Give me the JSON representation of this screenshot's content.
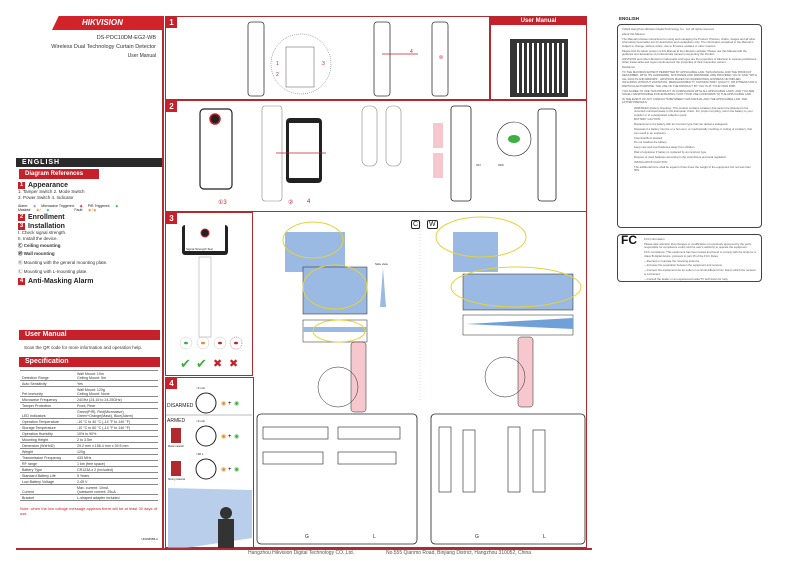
{
  "brand": "HIKVISION",
  "cover": {
    "model": "DS-PDC10DM-EG2-WB",
    "product": "Wireless Dual Technology Curtain Detector",
    "doc": "User Manual"
  },
  "left": {
    "language": "ENGLISH",
    "diagram_refs": "Diagram References",
    "sections": [
      {
        "num": "1",
        "title": "Appearance",
        "lines": [
          "1. Tamper Switch      2. Mode Switch",
          "3. Power Switch 4. Indicator"
        ]
      },
      {
        "num": "2",
        "title": "Enrollment"
      },
      {
        "num": "3",
        "title": "Installation",
        "lines": [
          "I. Check signal strength.",
          "II. Install the device."
        ]
      },
      {
        "num": "4",
        "title": "Anti-Masking  Alarm"
      }
    ],
    "legend": {
      "alarm": "Alarm:",
      "microwave": "Microwave Triggered:",
      "pir": "PIR Triggered:",
      "masked": "Masked:",
      "fault": "Fault:"
    },
    "mount": [
      {
        "icon": "C",
        "label": "Ceiling  mounting"
      },
      {
        "icon": "W",
        "label": "Wall  mounting"
      },
      {
        "icon": "G",
        "label": "Mounting with the general mounting plate."
      },
      {
        "icon": "L",
        "label": "Mounting with L-mounting plate."
      }
    ],
    "user_manual": {
      "title": "User  Manual",
      "text": "Scan the QR code for more information and operation help."
    },
    "spec": {
      "title": "Specification",
      "rows": [
        [
          "Detection Range",
          "Wall Mount: 10m\nCeiling Mount: 5m"
        ],
        [
          "Auto Sensitivity",
          "Yes"
        ],
        [
          "Pet Immunity",
          "Wall Mount: 120g\nCeiling Mount: None"
        ],
        [
          "Microwave Frequency",
          "24GHz (24.15 to 24.25GHz)"
        ],
        [
          "Tamper Protection",
          "Front, Rear"
        ],
        [
          "LED Indicators",
          "Green(PIR), Red(Microwave),\nGreen+Orange(Mask), Blue(Alarm)"
        ],
        [
          "Operation Temperature",
          "-10 °C to 40 °C (-14 °F to 140 °F)"
        ],
        [
          "Storage Temperature",
          "-10 °C to 60 °C (-14 °F to 140 °F)"
        ],
        [
          "Operation Humidity",
          "10% to 90%"
        ],
        [
          "Mounting Height",
          "2 to 3.5m"
        ],
        [
          "Dimension (WxHxD)",
          "29.2 mm x 156.4 mm x 39.5 mm"
        ],
        [
          "Weight",
          "120g"
        ],
        [
          "Transmission Frequency",
          "433 MHz"
        ],
        [
          "RF range",
          "1 km (free space)"
        ],
        [
          "Battery Type",
          "CR123A x 2 (included)"
        ],
        [
          "Standard Battery Life",
          "5 Years"
        ],
        [
          "Low Battery Voltage",
          "2.45 V"
        ],
        [
          "Current",
          "Max. current: 10mA\nQuiescent current: 25uA"
        ],
        [
          "Bracket",
          "L-shaped adapter included"
        ]
      ]
    },
    "note": "Note: when the low voltage message appears there will be at least 30 days of use.",
    "code": "UD26895B-A"
  },
  "diagram": {
    "panels": [
      "1",
      "2",
      "3",
      "4"
    ],
    "qr_title": "User Manual",
    "callouts": [
      "1",
      "2",
      "3",
      "4"
    ],
    "step_labels": [
      "①3",
      "②",
      "4"
    ],
    "signal_test": "Signal Strength Test",
    "mode": [
      "C",
      "W"
    ],
    "switch": [
      "ON",
      "OFF"
    ],
    "side_view": "Side view",
    "disarmed": "DISARMED",
    "armed": "ARMED",
    "times": [
      "<3 min",
      "<3 min",
      "<30 s"
    ],
    "mask_labels": [
      "Mask material",
      "Strong material"
    ],
    "plates": [
      "G",
      "L",
      "G",
      "L"
    ]
  },
  "english": {
    "heading": "ENGLISH",
    "legal": [
      "©2022 Hangzhou Hikvision Digital Technology Co., Ltd. All rights reserved.",
      "About this Manual",
      "The Manual includes instructions for using and managing the Product. Pictures, charts, images and all other information hereinafter are for description and explanation only. The information contained in the Manual is subject to change, without notice, due to firmware updates or other reasons.",
      "Please find the latest version of this Manual at the Hikvision website. Please use this Manual with the guidance and assistance of professionals trained in supporting the Product.",
      "HIKVISION and other Hikvision's trademarks and logos are the properties of Hikvision in various jurisdictions. Other trademarks and logos mentioned are the properties of their respective owners.",
      "Disclaimer",
      "TO THE MAXIMUM EXTENT PERMITTED BY APPLICABLE LAW, THIS MANUAL AND THE PRODUCT DESCRIBED, WITH ITS HARDWARE, SOFTWARE AND FIRMWARE, ARE PROVIDED \"AS IS\" AND \"WITH ALL FAULTS AND ERRORS\". HIKVISION MAKES NO WARRANTIES, EXPRESS OR IMPLIED, INCLUDING WITHOUT LIMITATION, MERCHANTABILITY, SATISFACTORY QUALITY, OR FITNESS FOR A PARTICULAR PURPOSE. THE USE OF THE PRODUCT BY YOU IS AT YOUR OWN RISK.",
      "YOU AGREE TO USE THIS PRODUCT IN COMPLIANCE WITH ALL APPLICABLE LAWS, AND YOU ARE SOLELY RESPONSIBLE FOR ENSURING THAT YOUR USE CONFORMS TO THE APPLICABLE LAW.",
      "IN THE EVENT OF ANY CONFLICTS BETWEEN THIS MANUAL AND THE APPLICABLE LAW, THE LATTER PREVAILS."
    ],
    "battery": [
      "2006/66/EC (battery directive): This product contains a battery that cannot be disposed of as unsorted municipal waste in the European Union. For proper recycling, return the battery to your supplier or to a designated collection point.",
      "BATTERY CAUTION:",
      "Replacement of a battery with an incorrect type that can defeat a safeguard.",
      "Disposal of a battery into fire or a hot oven, or mechanically crushing or cutting of a battery, that can result in an explosion.",
      "Chemical Burn Hazard",
      "Do not swallow the battery.",
      "Keep new and used batteries away from children.",
      "Risk of explosion if battery is replaced by an incorrect type.",
      "Dispose of used batteries according to the instructions and local regulation.",
      "INSTALLATION CAUTION:",
      "The additional force shall be equal to three times the weight of the equipment but not less than 50N."
    ],
    "fcc": [
      "FCC Information",
      "Please take attention that changes or modification not expressly approved by the party responsible for compliance could void the user's authority to operate the equipment.",
      "FCC compliance: This equipment has been tested and found to comply with the limits for a Class B digital device, pursuant to part 15 of the FCC Rules.",
      "—Reorient or relocate the receiving antenna.",
      "—Increase the separation between the equipment and receiver.",
      "—Connect the equipment into an outlet on a circuit different from that to which the receiver is connected.",
      "—Consult the dealer or an experienced radio/TV technician for help.",
      "FCC Conditions",
      "This device complies with part 15 of the FCC Rules. Operation is subject to the following two conditions:",
      "1. This device may not cause harmful interference.",
      "2. This device must accept any interference received, including interference that may cause undesired operation."
    ]
  },
  "footer": {
    "company": "Hangzhou Hikvision Digital Technology CO.,Ltd.",
    "address": "No.555 Qianmo Road, Binjiang District, Hangzhou 310052, China"
  },
  "colors": {
    "brand_red": "#c8202a",
    "dark": "#2a2a2a",
    "beam_blue": "#6fa0d8",
    "zone_yellow": "#e6d23a",
    "ok_green": "#3cb043"
  }
}
